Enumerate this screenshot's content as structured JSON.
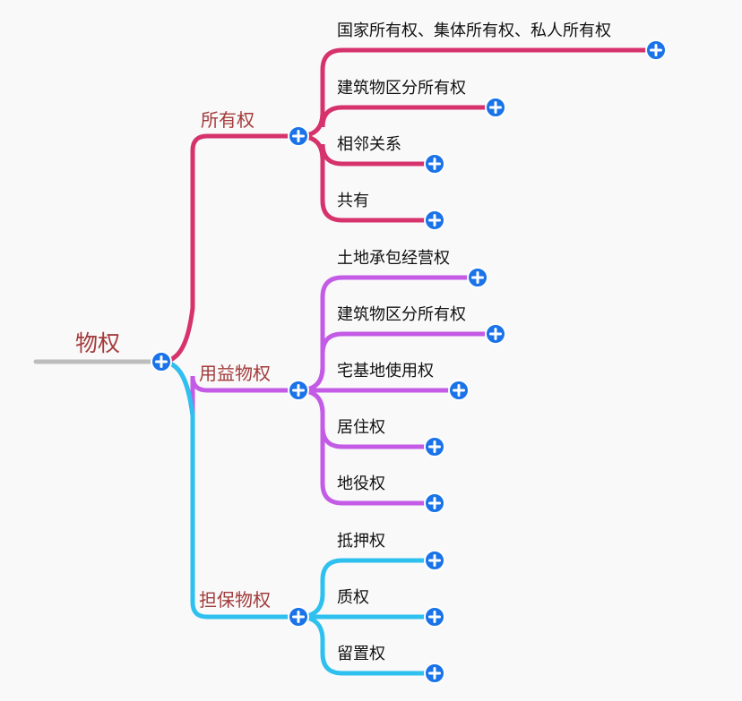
{
  "root": {
    "label": "物权",
    "line_color": "#bdbdbd",
    "expand_icon": "plus-circle-icon"
  },
  "button_color": "#1a73e8",
  "branches": [
    {
      "id": "ownership",
      "label": "所有权",
      "color": "#d6336c",
      "expand_icon": "plus-circle-icon",
      "children": [
        {
          "label": "国家所有权、集体所有权、私人所有权"
        },
        {
          "label": "建筑物区分所有权"
        },
        {
          "label": "相邻关系"
        },
        {
          "label": "共有"
        }
      ]
    },
    {
      "id": "usufruct",
      "label": "用益物权",
      "color": "#c45be6",
      "expand_icon": "plus-circle-icon",
      "children": [
        {
          "label": "土地承包经营权"
        },
        {
          "label": "建筑物区分所有权"
        },
        {
          "label": "宅基地使用权"
        },
        {
          "label": "居住权"
        },
        {
          "label": "地役权"
        }
      ]
    },
    {
      "id": "security",
      "label": "担保物权",
      "color": "#2ec0ee",
      "expand_icon": "plus-circle-icon",
      "children": [
        {
          "label": "抵押权"
        },
        {
          "label": "质权"
        },
        {
          "label": "留置权"
        }
      ]
    }
  ]
}
